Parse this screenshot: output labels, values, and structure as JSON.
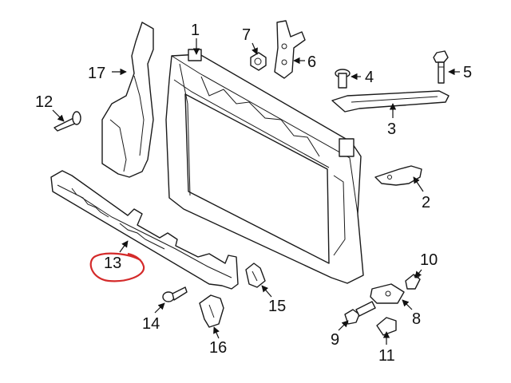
{
  "callouts": {
    "c1": "1",
    "c2": "2",
    "c3": "3",
    "c4": "4",
    "c5": "5",
    "c6": "6",
    "c7": "7",
    "c8": "8",
    "c9": "9",
    "c10": "10",
    "c11": "11",
    "c12": "12",
    "c13": "13",
    "c14": "14",
    "c15": "15",
    "c16": "16",
    "c17": "17"
  },
  "highlight": {
    "callout": "13",
    "color": "#d42a2a"
  },
  "colors": {
    "line": "#1a1a1a",
    "background": "#ffffff"
  }
}
